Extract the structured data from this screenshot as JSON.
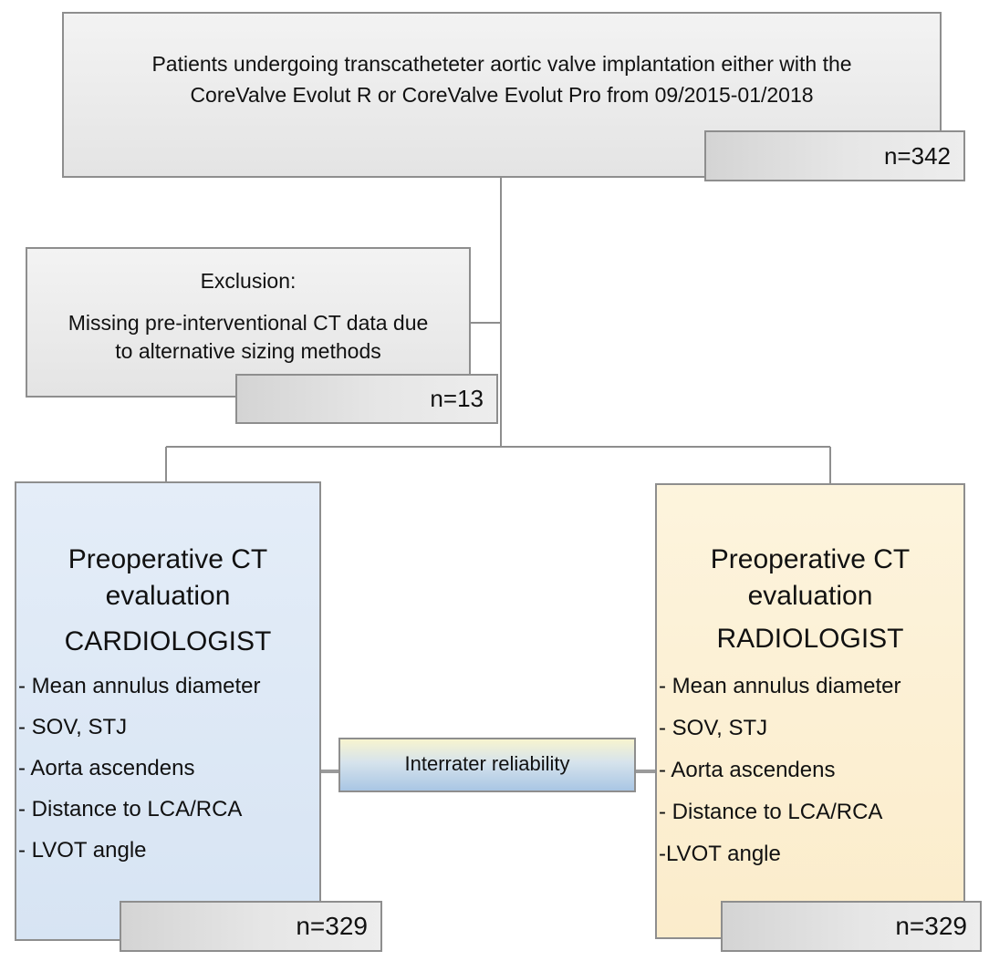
{
  "top": {
    "text_line1": "Patients undergoing transcatheteter aortic valve implantation either with the",
    "text_line2": "CoreValve Evolut R or CoreValve Evolut Pro from 09/2015-01/2018",
    "count": "n=342"
  },
  "exclusion": {
    "title": "Exclusion:",
    "text_line1": "Missing pre-interventional CT data due",
    "text_line2": "to alternative sizing methods",
    "count": "n=13"
  },
  "cardiologist": {
    "title_line1": "Preoperative CT",
    "title_line2": "evaluation",
    "role": "CARDIOLOGIST",
    "items": [
      "- Mean annulus diameter",
      "- SOV, STJ",
      "- Aorta ascendens",
      "- Distance to LCA/RCA",
      "- LVOT angle"
    ],
    "count": "n=329"
  },
  "radiologist": {
    "title_line1": "Preoperative CT",
    "title_line2": "evaluation",
    "role": "RADIOLOGIST",
    "items": [
      "- Mean annulus diameter",
      "- SOV, STJ",
      "- Aorta ascendens",
      "- Distance to LCA/RCA",
      "-LVOT angle"
    ],
    "count": "n=329"
  },
  "interrater": {
    "label": "Interrater reliability"
  },
  "colors": {
    "box_border": "#8e8e8e",
    "connector": "#8e8e8e",
    "cardiologist_fill": "#dce7f4",
    "radiologist_fill": "#fcefd2",
    "neutral_fill": "#e8e8e8"
  }
}
